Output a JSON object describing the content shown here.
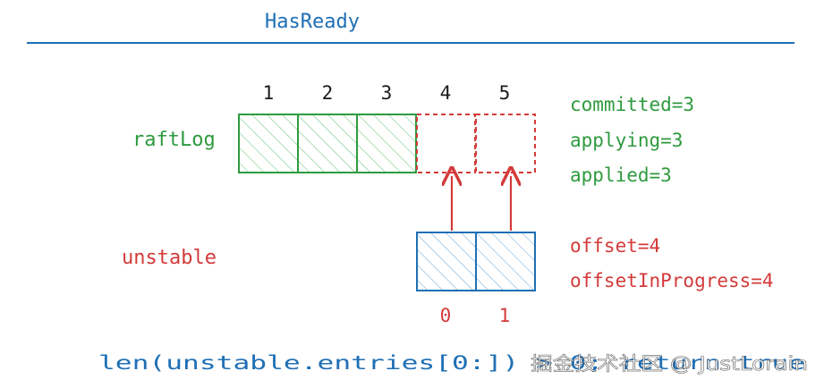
{
  "title": "HasReady",
  "raftlog": {
    "label": "raftLog",
    "indices": [
      "1",
      "2",
      "3",
      "4",
      "5"
    ],
    "state": [
      "committed=3",
      "applying=3",
      "applied=3"
    ]
  },
  "unstable": {
    "label": "unstable",
    "indices": [
      "0",
      "1"
    ],
    "state": [
      "offset=4",
      "offsetInProgress=4"
    ]
  },
  "condition": "len(unstable.entries[0:]) > 0; return true",
  "watermark": "掘金技术社区 @ JustLorain",
  "colors": {
    "blue": "#1f6fb5",
    "green": "#2e9a3e",
    "red": "#d43a3a",
    "black": "#1a1a1a"
  }
}
